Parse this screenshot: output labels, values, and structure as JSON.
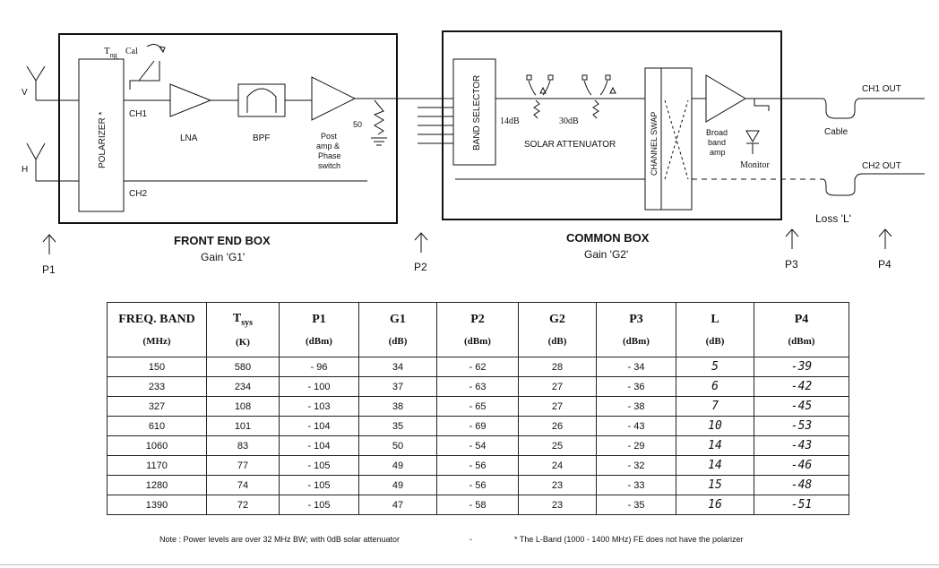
{
  "diagram": {
    "inputs": {
      "v": "V",
      "h": "H"
    },
    "polarizer": "POLARIZER *",
    "channels": {
      "ch1": "CH1",
      "ch2": "CH2"
    },
    "cal": {
      "t": "T",
      "sub": "ng",
      "label": "Cal"
    },
    "lna": "LNA",
    "bpf": "BPF",
    "post_amp": [
      "Post",
      "amp &",
      "Phase",
      "switch"
    ],
    "load": "50",
    "front_end": {
      "title": "FRONT END BOX",
      "gain": "Gain 'G1'"
    },
    "band_selector": "BAND SELECTOR",
    "atten_14": "14dB",
    "atten_30": "30dB",
    "solar_attenuator": "SOLAR ATTENUATOR",
    "channel_swap": "CHANNEL SWAP",
    "broadband_amp": [
      "Broad",
      "band",
      "amp"
    ],
    "monitor": "Monitor",
    "common_box": {
      "title": "COMMON BOX",
      "gain": "Gain 'G2'"
    },
    "ch1_out": "CH1 OUT",
    "ch2_out": "CH2 OUT",
    "cable": "Cable",
    "loss": "Loss 'L'",
    "points": {
      "p1": "P1",
      "p2": "P2",
      "p3": "P3",
      "p4": "P4"
    }
  },
  "table": {
    "headers": [
      {
        "name": "FREQ. BAND",
        "unit": "(MHz)"
      },
      {
        "name": "T",
        "sub": "sys",
        "unit": "(K)"
      },
      {
        "name": "P1",
        "unit": "(dBm)"
      },
      {
        "name": "G1",
        "unit": "(dB)"
      },
      {
        "name": "P2",
        "unit": "(dBm)"
      },
      {
        "name": "G2",
        "unit": "(dB)"
      },
      {
        "name": "P3",
        "unit": "(dBm)"
      },
      {
        "name": "L",
        "unit": "(dB)"
      },
      {
        "name": "P4",
        "unit": "(dBm)"
      }
    ],
    "rows": [
      [
        "150",
        "580",
        "- 96",
        "34",
        "- 62",
        "28",
        "- 34",
        "5",
        "-39"
      ],
      [
        "233",
        "234",
        "- 100",
        "37",
        "- 63",
        "27",
        "- 36",
        "6",
        "-42"
      ],
      [
        "327",
        "108",
        "- 103",
        "38",
        "- 65",
        "27",
        "- 38",
        "7",
        "-45"
      ],
      [
        "610",
        "101",
        "- 104",
        "35",
        "- 69",
        "26",
        "- 43",
        "10",
        "-53"
      ],
      [
        "1060",
        "83",
        "- 104",
        "50",
        "- 54",
        "25",
        "- 29",
        "14",
        "-43"
      ],
      [
        "1170",
        "77",
        "- 105",
        "49",
        "- 56",
        "24",
        "- 32",
        "14",
        "-46"
      ],
      [
        "1280",
        "74",
        "- 105",
        "49",
        "- 56",
        "23",
        "- 33",
        "15",
        "-48"
      ],
      [
        "1390",
        "72",
        "- 105",
        "47",
        "- 58",
        "23",
        "- 35",
        "16",
        "-51"
      ]
    ]
  },
  "notes": {
    "left": "Note :  Power levels are over 32 MHz BW;   with 0dB solar attenuator",
    "dash": "-",
    "right": "* The L-Band (1000 - 1400 MHz) FE does not have the polarizer"
  }
}
